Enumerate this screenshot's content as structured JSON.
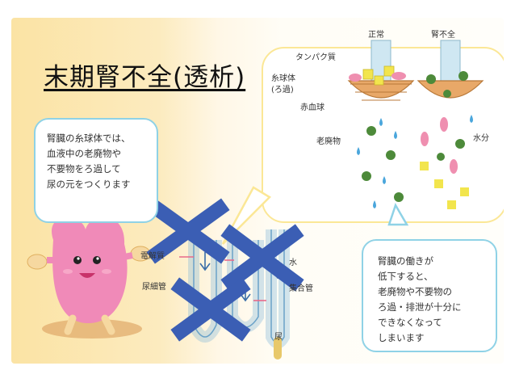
{
  "title": "末期腎不全(透析)",
  "left_bubble": {
    "lines": [
      "腎臓の糸球体では、",
      "血液中の老廃物や",
      "不要物をろ過して",
      "尿の元をつくります"
    ]
  },
  "right_bubble": {
    "lines": [
      "腎臓の働きが",
      "低下すると、",
      "老廃物や不要物の",
      "ろ過・排泄が十分に",
      "できなくなって",
      "しまいます"
    ]
  },
  "filter_diagram": {
    "normal_label": "正常",
    "failure_label": "腎不全",
    "protein_label": "タンパク質",
    "glomerulus_label": "糸球体",
    "glomerulus_sub": "(ろ過)",
    "rbc_label": "赤血球",
    "waste_label": "老廃物",
    "water_label": "水分"
  },
  "tubule_diagram": {
    "electrolyte_label": "電解質",
    "tubule_label": "尿細管",
    "water_label": "水",
    "collecting_duct_label": "集合管",
    "urine_label": "尿"
  },
  "colors": {
    "cross": "#3b5eb4",
    "bubble_border": "#8fd2e6",
    "top_bubble_border": "#fbe796",
    "character": "#f08ab8",
    "protein": "#f2e54d",
    "rbc": "#ef8fb0",
    "waste": "#4d8a3a",
    "water_drop": "#4aa6dc"
  }
}
